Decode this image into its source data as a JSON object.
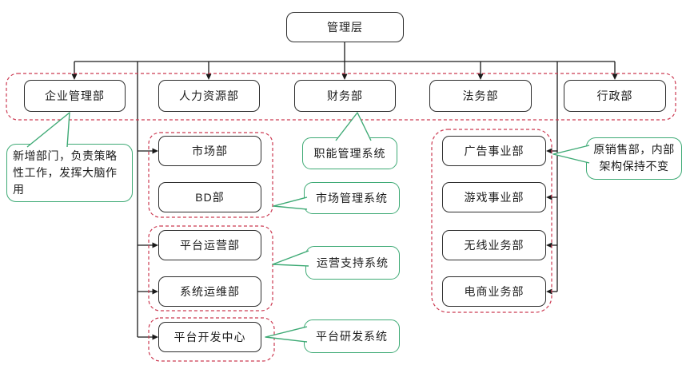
{
  "colors": {
    "connector": "#1a1a1a",
    "node_border": "#2d2d2d",
    "group_border": "#cc3a52",
    "callout_border": "#3eaa75",
    "text": "#1b1b1b",
    "background": "#ffffff"
  },
  "org": {
    "root": "管理层",
    "departments": [
      "企业管理部",
      "人力资源部",
      "财务部",
      "法务部",
      "行政部"
    ],
    "middle_units": [
      "市场部",
      "BD部",
      "平台运营部",
      "系统运维部",
      "平台开发中心"
    ],
    "right_units": [
      "广告事业部",
      "游戏事业部",
      "无线业务部",
      "电商业务部"
    ],
    "systems": [
      "职能管理系统",
      "市场管理系统",
      "运营支持系统",
      "平台研发系统"
    ],
    "notes": {
      "left_full": "新增部门，负责策略性工作，发挥大脑作用",
      "left_lines": [
        "新增部门，负责策略",
        "性工作，发挥大脑作",
        "用"
      ],
      "right_full": "原销售部，内部架构保持不变",
      "right_lines": [
        "原销售部，内部",
        "架构保持不变"
      ]
    }
  }
}
